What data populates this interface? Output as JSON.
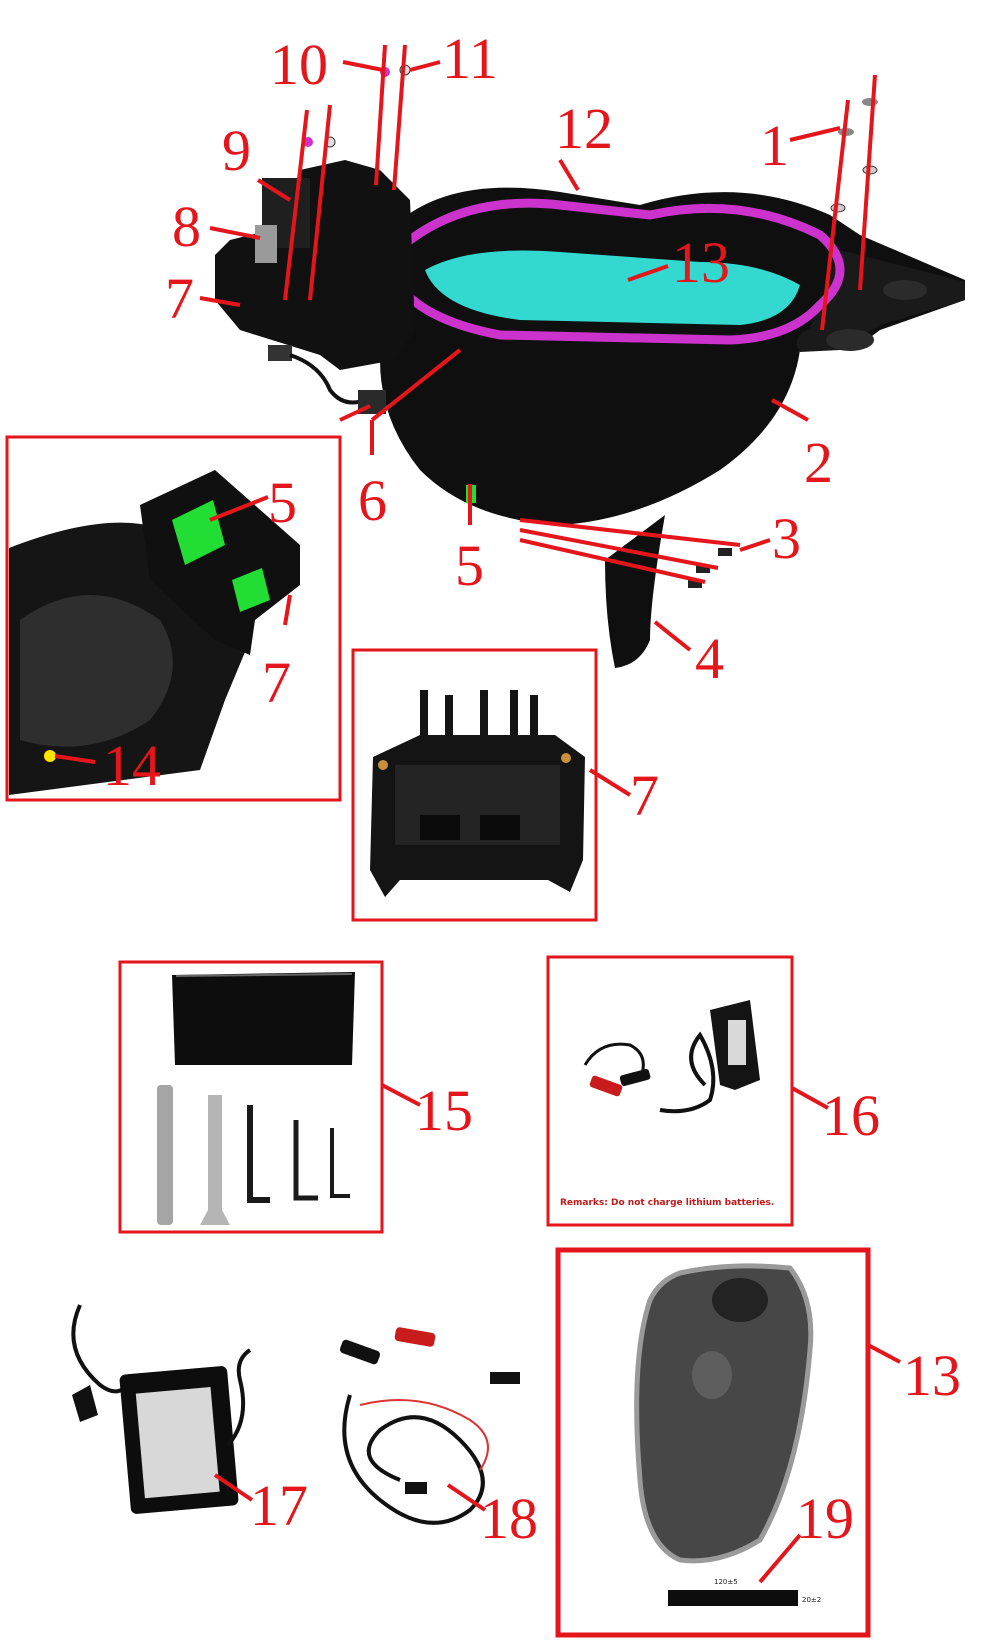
{
  "callouts": {
    "c1": "1",
    "c2": "2",
    "c3": "3",
    "c4": "4",
    "c5a": "5",
    "c5b": "5",
    "c6": "6",
    "c7a": "7",
    "c7b": "7",
    "c7c": "7",
    "c8": "8",
    "c9": "9",
    "c10": "10",
    "c11": "11",
    "c12": "12",
    "c13a": "13",
    "c13b": "13",
    "c14": "14",
    "c15": "15",
    "c16": "16",
    "c17": "17",
    "c18": "18",
    "c19": "19"
  },
  "charger_box": {
    "remark": "Remarks: Do not charge lithium batteries."
  },
  "strip_labels": {
    "length": "120±5",
    "width": "20±2"
  },
  "colors": {
    "callout": "#e5161b",
    "liner": "#cc33cc",
    "mat": "#33d9d0",
    "fuse_holder": "#22dd33",
    "body": "#0f0f0f"
  }
}
